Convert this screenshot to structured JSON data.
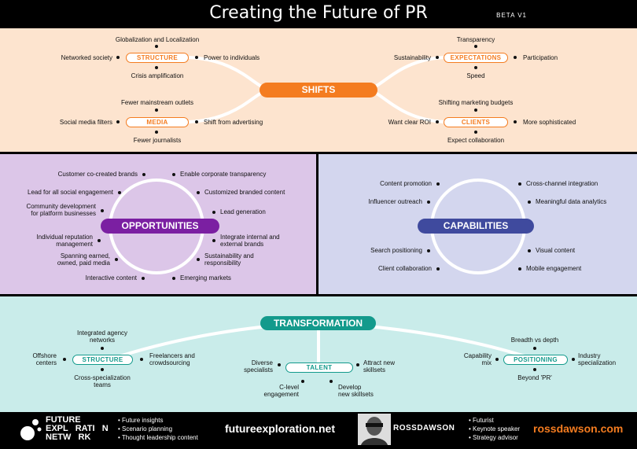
{
  "header": {
    "title": "Creating the Future of PR",
    "badge": "BETA V1"
  },
  "shifts": {
    "hub": "SHIFTS",
    "structure": {
      "tag": "STRUCTURE",
      "top": "Globalization and Localization",
      "left": "Networked society",
      "right": "Power to individuals",
      "bottom": "Crisis amplification"
    },
    "media": {
      "tag": "MEDIA",
      "top": "Fewer mainstream outlets",
      "left": "Social media filters",
      "right": "Shift from advertising",
      "bottom": "Fewer journalists"
    },
    "expectations": {
      "tag": "EXPECTATIONS",
      "top": "Transparency",
      "left": "Sustainability",
      "right": "Participation",
      "bottom": "Speed"
    },
    "clients": {
      "tag": "CLIENTS",
      "top": "Shifting marketing budgets",
      "left": "Want clear ROI",
      "right": "More sophisticated",
      "bottom": "Expect collaboration"
    }
  },
  "opportunities": {
    "hub": "OPPORTUNITIES",
    "left": [
      "Customer co-created brands",
      "Lead for all social engagement",
      "Community development\nfor platform businesses",
      "Individual reputation\nmanagement",
      "Spanning earned,\nowned, paid media",
      "Interactive content"
    ],
    "right": [
      "Enable corporate transparency",
      "Customized branded content",
      "Lead generation",
      "Integrate internal and\nexternal brands",
      "Sustainability and\nresponsibility",
      "Emerging markets"
    ]
  },
  "capabilities": {
    "hub": "CAPABILITIES",
    "left": [
      "Content promotion",
      "Influencer outreach",
      "Search positioning",
      "Client collaboration"
    ],
    "right": [
      "Cross-channel integration",
      "Meaningful data analytics",
      "Visual content",
      "Mobile engagement"
    ]
  },
  "transformation": {
    "hub": "TRANSFORMATION",
    "structure": {
      "tag": "STRUCTURE",
      "top": "Integrated agency\nnetworks",
      "left": "Offshore\ncenters",
      "right": "Freelancers and\ncrowdsourcing",
      "bottom": "Cross-specialization\nteams"
    },
    "talent": {
      "tag": "TALENT",
      "left": "Diverse\nspecialists",
      "right": "Attract new\nskillsets",
      "bottom_left": "C-level\nengagement",
      "bottom_right": "Develop\nnew skillsets"
    },
    "positioning": {
      "tag": "POSITIONING",
      "top": "Breadth vs depth",
      "left": "Capability\nmix",
      "right": "Industry\nspecialization",
      "bottom": "Beyond 'PR'"
    }
  },
  "footer": {
    "fen_logo_lines": [
      "FUTURE",
      "EXPL   RATI   N",
      "NETW   RK"
    ],
    "fen_bullets": [
      "• Future insights",
      "• Scenario planning",
      "• Thought leadership content"
    ],
    "fen_url": "futureexploration.net",
    "rd_logo": "ROSSDAWSON",
    "rd_bullets": [
      "• Futurist",
      "• Keynote speaker",
      "• Strategy advisor"
    ],
    "rd_url": "rossdawson.com"
  },
  "colors": {
    "shifts": "#f47c20",
    "opportunities": "#7b1fa2",
    "capabilities": "#3f4a9e",
    "transformation": "#139a8c",
    "rd_url": "#f47c20"
  }
}
